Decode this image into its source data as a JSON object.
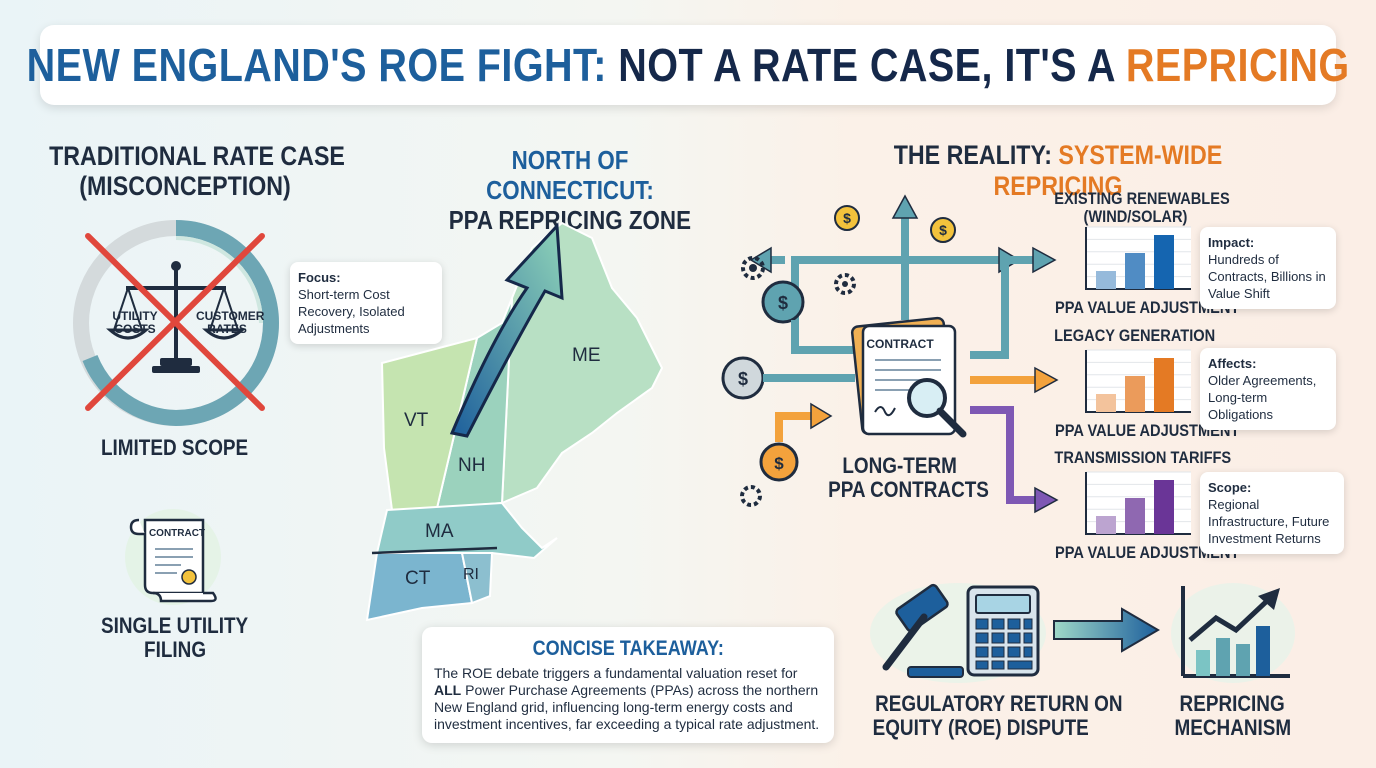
{
  "title": {
    "part1": "NEW ENGLAND'S ROE FIGHT:",
    "part2": "NOT A RATE CASE, IT'S A",
    "part3": "REPRICING"
  },
  "left": {
    "header_line1": "TRADITIONAL RATE CASE",
    "header_line2": "(MISCONCEPTION)",
    "scale_left": "UTILITY COSTS",
    "scale_right": "CUSTOMER RATES",
    "focus_label": "Focus:",
    "focus_text": "Short-term Cost Recovery, Isolated Adjustments",
    "scope_label": "LIMITED SCOPE",
    "doc_label": "CONTRACT",
    "filing_line1": "SINGLE UTILITY",
    "filing_line2": "FILING"
  },
  "map": {
    "header_line1": "NORTH OF CONNECTICUT:",
    "header_line2": "PPA REPRICING ZONE",
    "states": [
      "VT",
      "NH",
      "ME",
      "MA",
      "CT",
      "RI"
    ]
  },
  "reality": {
    "header_part1": "THE REALITY:",
    "header_part2": "SYSTEM-WIDE REPRICING",
    "contract_label": "CONTRACT",
    "hub_line1": "LONG-TERM",
    "hub_line2": "PPA CONTRACTS",
    "rows": [
      {
        "title_line1": "EXISTING RENEWABLES",
        "title_line2": "(WIND/SOLAR)",
        "bar_label": "PPA VALUE ADJUSTMENT",
        "note_label": "Impact:",
        "note_text": "Hundreds of Contracts, Billions in Value Shift",
        "color": "#1565b0",
        "values": [
          1,
          2,
          3
        ]
      },
      {
        "title_line1": "LEGACY GENERATION",
        "title_line2": "",
        "bar_label": "PPA VALUE ADJUSTMENT",
        "note_label": "Affects:",
        "note_text": "Older Agreements, Long-term Obligations",
        "color": "#e47a24",
        "values": [
          1,
          2,
          3
        ]
      },
      {
        "title_line1": "TRANSMISSION TARIFFS",
        "title_line2": "",
        "bar_label": "PPA VALUE ADJUSTMENT",
        "note_label": "Scope:",
        "note_text": "Regional Infrastructure, Future Investment Returns",
        "color": "#6a3597",
        "values": [
          1,
          2,
          3
        ]
      }
    ]
  },
  "bottom": {
    "takeaway_title": "CONCISE TAKEAWAY:",
    "takeaway_pre": "The ROE debate triggers a fundamental valuation reset for ",
    "takeaway_bold": "ALL",
    "takeaway_post": " Power Purchase Agreements (PPAs) across the northern New England grid, influencing long-term energy costs and investment incentives, far exceeding a typical rate adjustment.",
    "roe_line1": "REGULATORY RETURN ON",
    "roe_line2": "EQUITY (ROE) DISPUTE",
    "rep_line1": "REPRICING",
    "rep_line2": "MECHANISM"
  },
  "colors": {
    "blue": "#1d5f9c",
    "navy": "#15284a",
    "orange": "#e47a24",
    "purple": "#6a3597",
    "teal": "#5fa3b0",
    "red": "#e0473c"
  }
}
